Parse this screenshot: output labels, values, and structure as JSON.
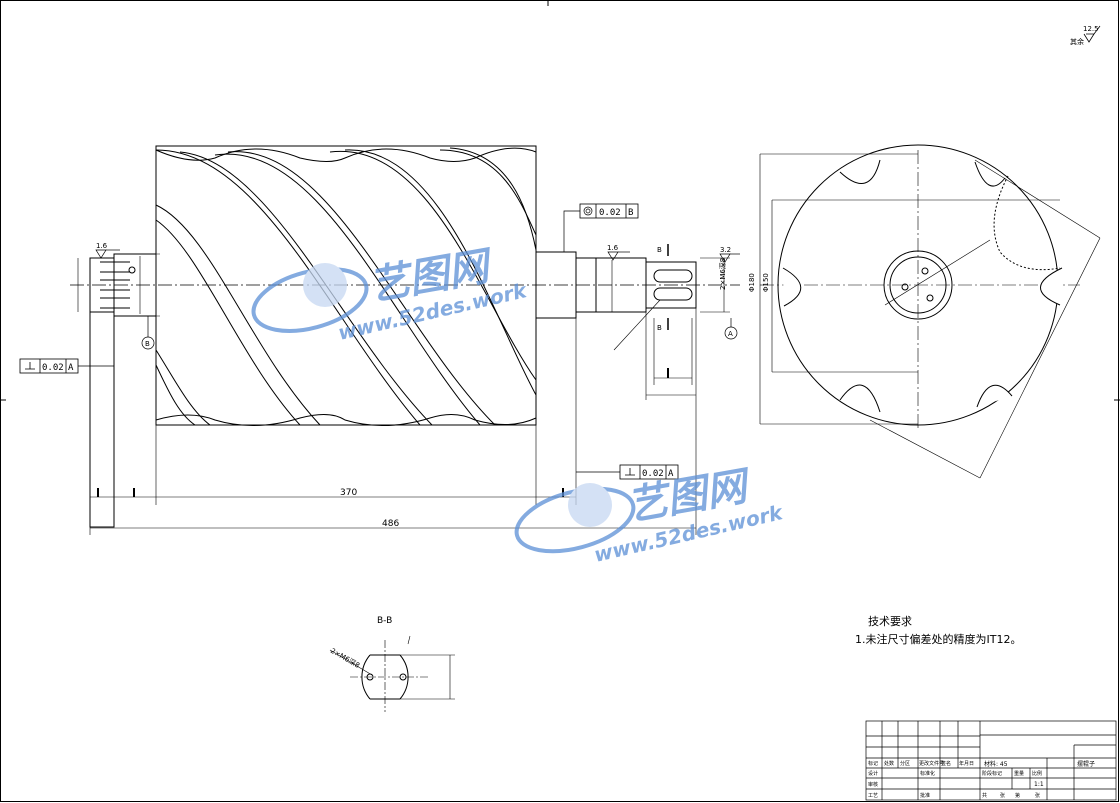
{
  "surface_roughness": {
    "value": "12.5",
    "prefix": "其余"
  },
  "section_label": "B-B",
  "tolerances": {
    "concentricity": {
      "value": "0.02",
      "datum": "B"
    },
    "perp_left": {
      "value": "0.02",
      "datum": "A"
    },
    "perp_bottom": {
      "value": "0.02",
      "datum": "A"
    }
  },
  "roughness_marks": [
    "1.6",
    "1.6",
    "3.2"
  ],
  "datum_letters": [
    "B",
    "A"
  ],
  "section_markers": [
    "B",
    "B"
  ],
  "dimensions": {
    "overall_length": "486",
    "drum_length": "370",
    "diam_a": "Φ180",
    "diam_b": "Φ150",
    "keyway": "2×M6深8"
  },
  "tech_requirements": {
    "title": "技术要求",
    "items": [
      "1.未注尺寸偏差处的精度为IT12。"
    ]
  },
  "watermark": {
    "brand": "艺图网",
    "url": "www.52des.work",
    "color": "#5b8fd6"
  },
  "title_block": {
    "material": "材料: 45",
    "part_name": "摆辊子",
    "scale": "1:1",
    "labels": [
      "标记",
      "处数",
      "分区",
      "更改文件号",
      "签名",
      "年月日",
      "设计",
      "标准化",
      "审核",
      "工艺",
      "批准",
      "阶段标记",
      "重量",
      "比例",
      "共",
      "张",
      "第",
      "张"
    ]
  }
}
